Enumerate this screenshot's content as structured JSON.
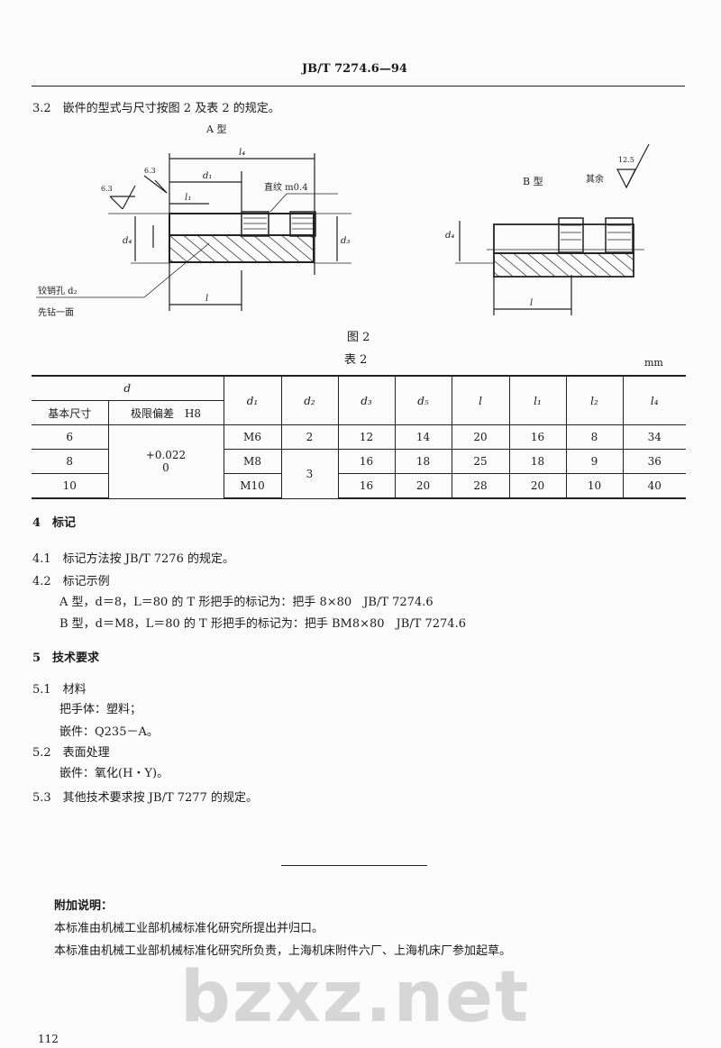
{
  "header": {
    "standard_no": "JB/T 7274.6—94"
  },
  "watermark": "bzxz.net",
  "section_3_2": "3.2　嵌件的型式与尺寸按图 2 及表 2 的规定。",
  "figure": {
    "type_a": {
      "title": "A 型",
      "labels": {
        "l4": "l₄",
        "d1": "d₁",
        "l1": "l₁",
        "knurl": "直纹 m0.4",
        "d4": "d₄",
        "d3": "d₃",
        "pin_hole": "铰销孔 d₂",
        "drill": "先钻一面",
        "l": "l",
        "ra_left": "6.3",
        "ra_top": "6.3"
      }
    },
    "type_b": {
      "title": "B 型",
      "labels": {
        "d4": "d₄",
        "l": "l"
      }
    },
    "roughness": {
      "rest_label": "其余",
      "value": "12.5"
    },
    "caption": "图 2"
  },
  "table": {
    "caption": "表 2",
    "unit": "mm",
    "header": {
      "d": "d",
      "basic_size": "基本尺寸",
      "tolerance": "极限偏差　H8",
      "cols": [
        "d₁",
        "d₂",
        "d₃",
        "d₅",
        "l",
        "l₁",
        "l₂",
        "l₄"
      ]
    },
    "tolerance_value": {
      "upper": "+0.022",
      "lower": "0"
    },
    "rows": [
      {
        "d": "6",
        "d1": "M6",
        "d2": "2",
        "d3": "12",
        "d5": "14",
        "l": "20",
        "l1": "16",
        "l2": "8",
        "l4": "34"
      },
      {
        "d": "8",
        "d1": "M8",
        "d2": "3",
        "d3": "16",
        "d5": "18",
        "l": "25",
        "l1": "18",
        "l2": "9",
        "l4": "36"
      },
      {
        "d": "10",
        "d1": "M10",
        "d3": "16",
        "d5": "20",
        "l": "28",
        "l1": "20",
        "l2": "10",
        "l4": "40"
      }
    ]
  },
  "sections": [
    {
      "text": "4　标记",
      "bold": true
    },
    {
      "text": "4.1　标记方法按 JB/T 7276 的规定。"
    },
    {
      "text": "4.2　标记示例"
    },
    {
      "text": "A 型，d＝8，L＝80 的 T 形把手的标记为：把手 8×80　JB/T 7274.6",
      "indent": true
    },
    {
      "text": "B 型，d＝M8，L＝80 的 T 形把手的标记为：把手 BM8×80　JB/T 7274.6",
      "indent": true
    },
    {
      "text": "5　技术要求",
      "bold": true
    },
    {
      "text": "5.1　材料"
    },
    {
      "text": "把手体：塑料；",
      "indent": true
    },
    {
      "text": "嵌件：Q235－A。",
      "indent": true
    },
    {
      "text": "5.2　表面处理"
    },
    {
      "text": "嵌件：氧化(H・Y)。",
      "indent": true
    },
    {
      "text": "5.3　其他技术要求按 JB/T 7277 的规定。"
    }
  ],
  "notes": {
    "title": "附加说明：",
    "lines": [
      "本标准由机械工业部机械标准化研究所提出并归口。",
      "本标准由机械工业部机械标准化研究所负责，上海机床附件六厂、上海机床厂参加起草。"
    ]
  },
  "page_number": "112"
}
